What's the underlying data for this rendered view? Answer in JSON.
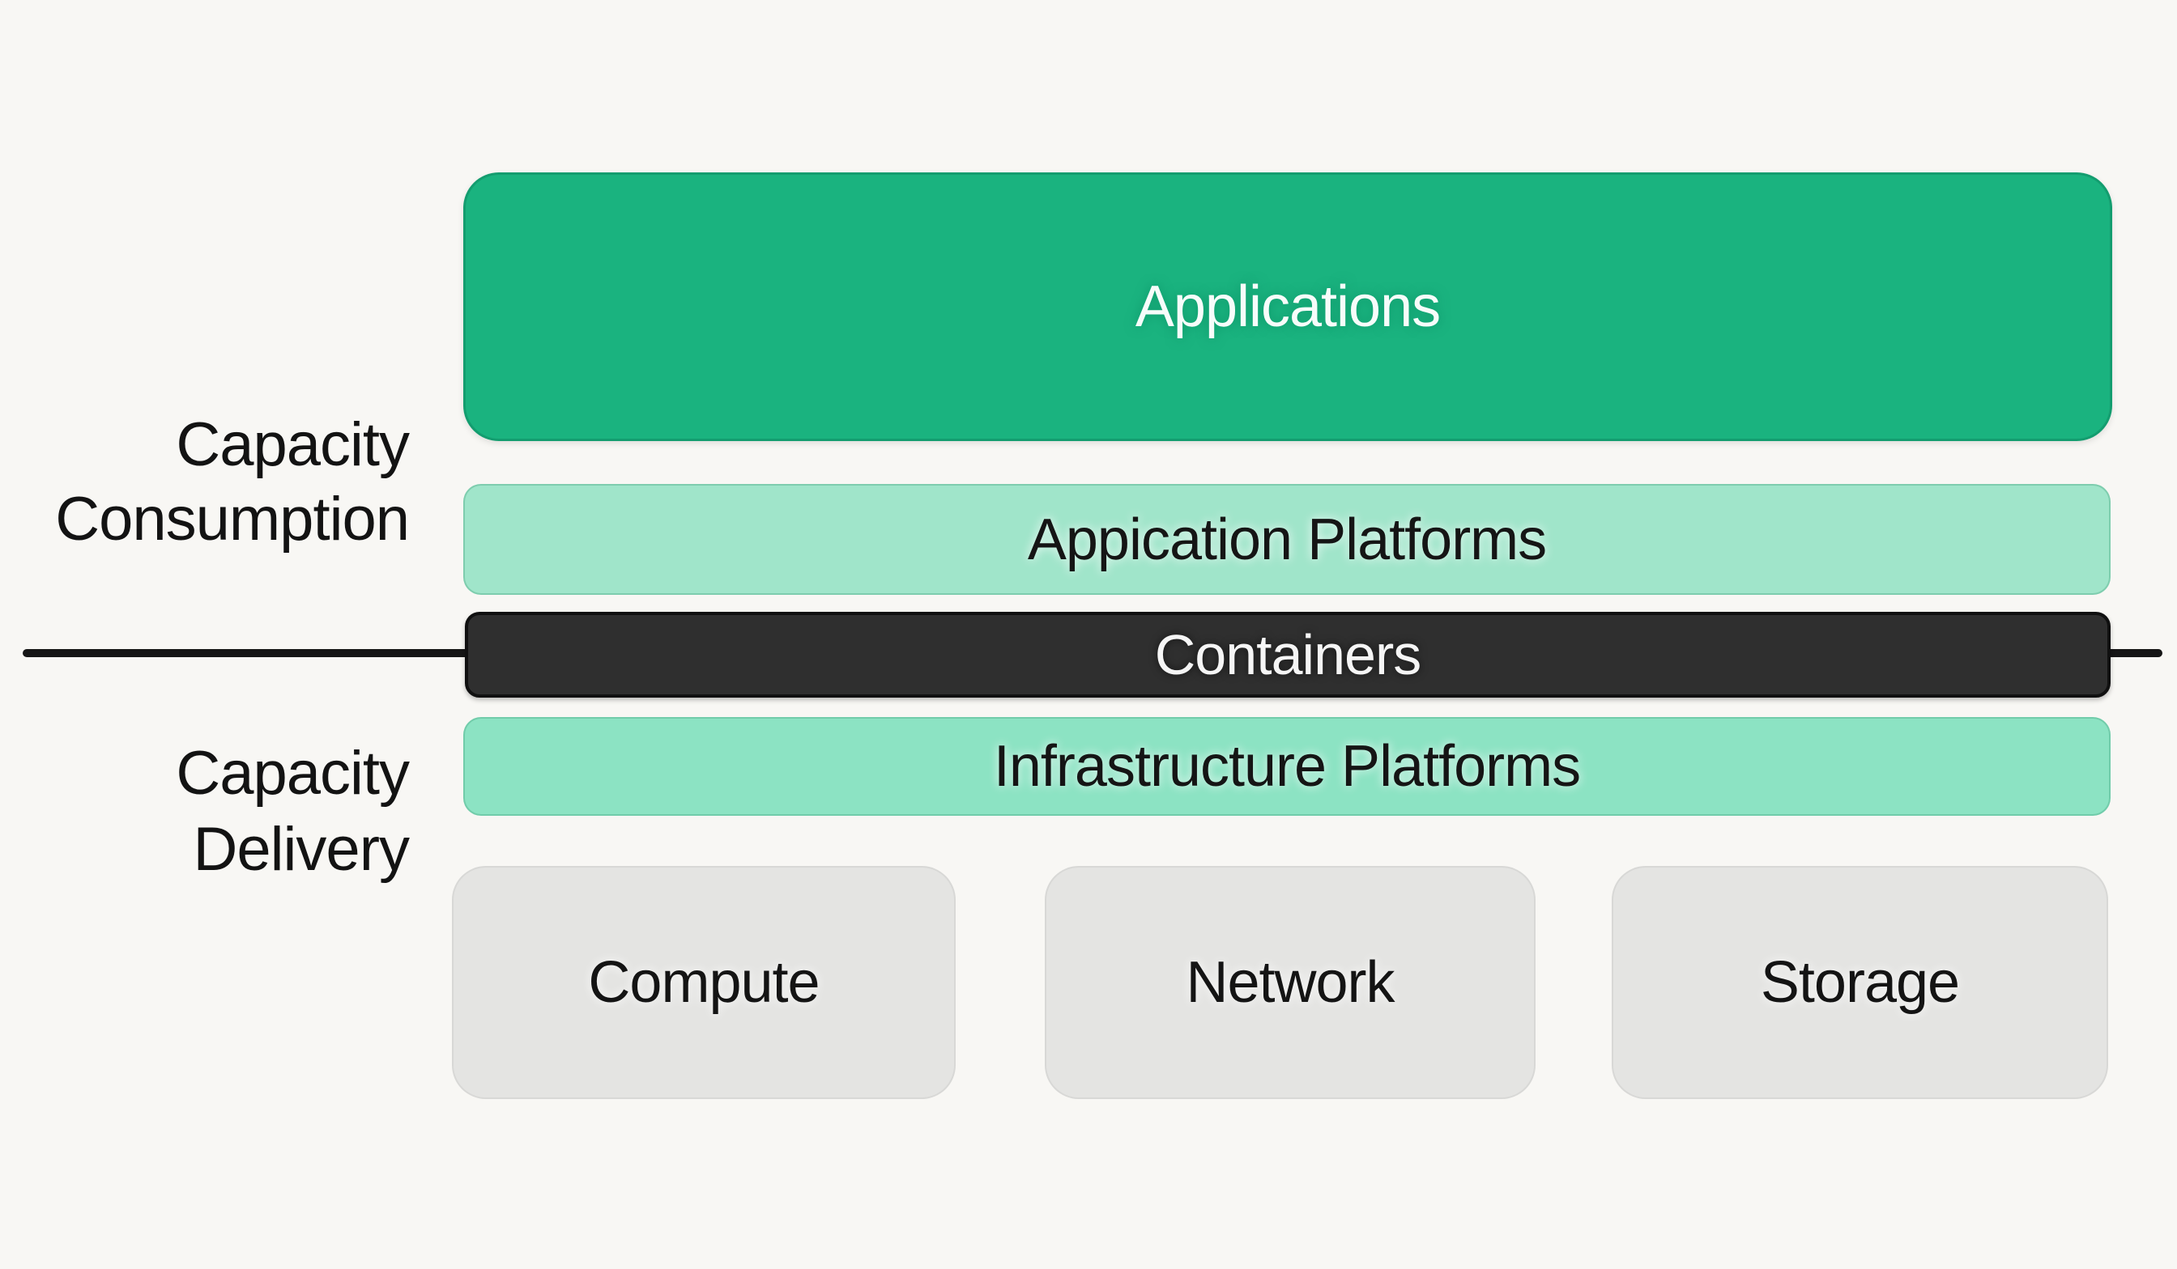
{
  "section_labels": {
    "consumption": {
      "line1": "Capacity",
      "line2": "Consumption"
    },
    "delivery": {
      "line1": "Capacity",
      "line2": "Delivery"
    }
  },
  "layers": {
    "applications": "Applications",
    "application_platforms": "Appication Platforms",
    "containers": "Containers",
    "infrastructure_platforms": "Infrastructure Platforms"
  },
  "resources": {
    "compute": "Compute",
    "network": "Network",
    "storage": "Storage"
  },
  "colors": {
    "applications_green": "#1ab37f",
    "application_platforms_mint": "#a0e5ca",
    "infrastructure_platforms_mint": "#8ce3c3",
    "containers_dark": "#2f2f2f",
    "resource_gray": "#e4e4e2",
    "background": "#f8f7f4",
    "divider_black": "#161616",
    "text_dark": "#141414",
    "text_white": "#f7fcfa"
  }
}
